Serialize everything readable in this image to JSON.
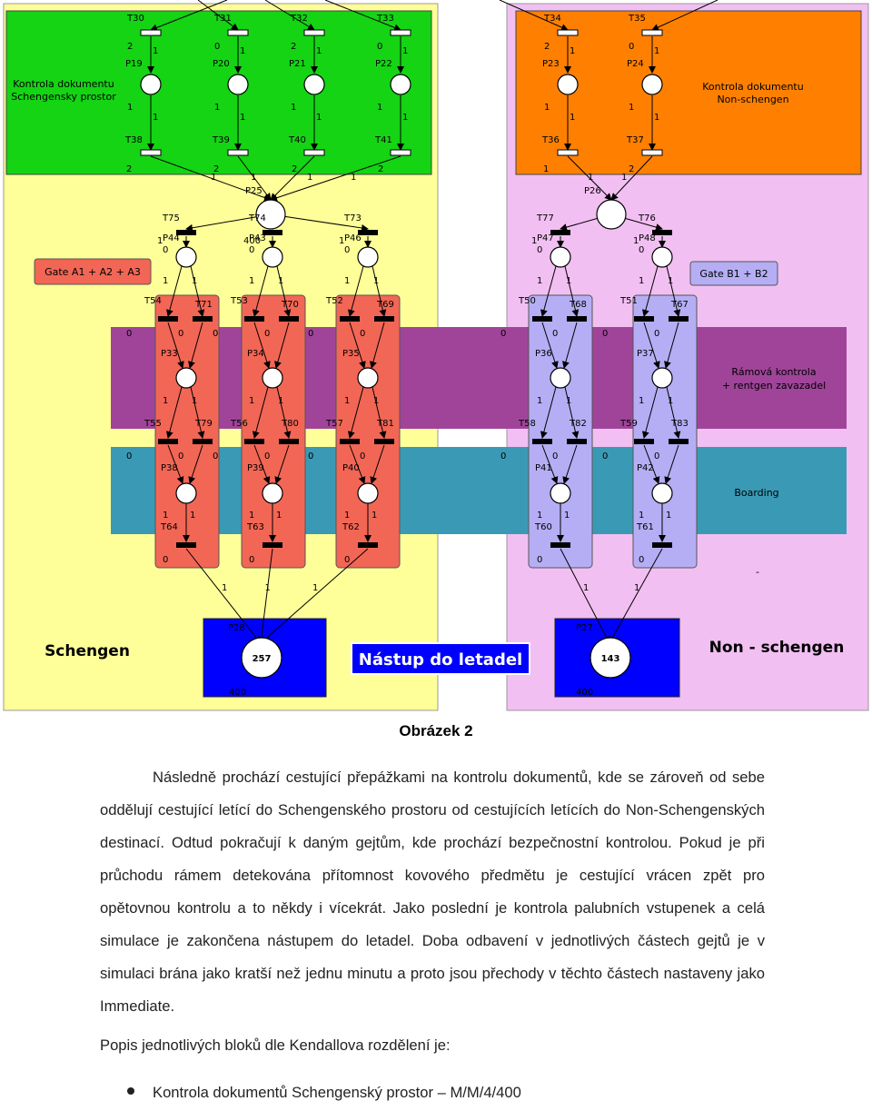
{
  "diagram": {
    "regions": {
      "schengen_label": "Schengen",
      "non_schengen_label": "Non - schengen",
      "kontrola_schengen": [
        "Kontrola dokumentu",
        "Schengensky prostor"
      ],
      "kontrola_non_schengen": [
        "Kontrola dokumentu",
        "Non-schengen"
      ],
      "gate_a": "Gate A1 + A2 + A3",
      "gate_b": "Gate B1 + B2",
      "ramova": [
        "Rámová kontrola",
        "+ rentgen zavazadel"
      ],
      "boarding": "Boarding",
      "nastup": "Nástup do letadel",
      "stray_mark": "-"
    },
    "places": {
      "P19": {
        "label": "P19",
        "value": "0"
      },
      "P20": {
        "label": "P20",
        "value": "0"
      },
      "P21": {
        "label": "P21",
        "value": "0"
      },
      "P22": {
        "label": "P22",
        "value": "0"
      },
      "P23": {
        "label": "P23",
        "value": "0"
      },
      "P24": {
        "label": "P24",
        "value": "0"
      },
      "P25": {
        "label": "P25",
        "value": "0"
      },
      "P26": {
        "label": "P26",
        "value": "0"
      },
      "P44": {
        "label": "P44",
        "value": "0"
      },
      "P43": {
        "label": "P43",
        "value": "0"
      },
      "P46": {
        "label": "P46",
        "value": "0"
      },
      "P47": {
        "label": "P47",
        "value": "0"
      },
      "P48": {
        "label": "P48",
        "value": "0"
      },
      "P33": {
        "label": "P33",
        "value": "0"
      },
      "P34": {
        "label": "P34",
        "value": "0"
      },
      "P35": {
        "label": "P35",
        "value": "0"
      },
      "P36": {
        "label": "P36",
        "value": "0"
      },
      "P37": {
        "label": "P37",
        "value": "0"
      },
      "P38": {
        "label": "P38",
        "value": "0"
      },
      "P39": {
        "label": "P39",
        "value": "0"
      },
      "P40": {
        "label": "P40",
        "value": "0"
      },
      "P41": {
        "label": "P41",
        "value": "0"
      },
      "P42": {
        "label": "P42",
        "value": "0"
      },
      "P28": {
        "label": "P28",
        "tokens": "257",
        "cap": "400"
      },
      "P27": {
        "label": "P27",
        "tokens": "143",
        "cap": "400"
      }
    },
    "transitions": {
      "T30": "T30",
      "T31": "T31",
      "T32": "T32",
      "T33": "T33",
      "T34": "T34",
      "T35": "T35",
      "T38": "T38",
      "T39": "T39",
      "T40": "T40",
      "T41": "T41",
      "T36": "T36",
      "T37": "T37",
      "T75": "T75",
      "T74": "T74",
      "T73": "T73",
      "T77": "T77",
      "T76": "T76",
      "T54": "T54",
      "T71": "T71",
      "T53": "T53",
      "T70": "T70",
      "T52": "T52",
      "T69": "T69",
      "T50": "T50",
      "T68": "T68",
      "T51": "T51",
      "T67": "T67",
      "T55": "T55",
      "T79": "T79",
      "T56": "T56",
      "T80": "T80",
      "T57": "T57",
      "T81": "T81",
      "T58": "T58",
      "T82": "T82",
      "T59": "T59",
      "T83": "T83",
      "T64": "T64",
      "T63": "T63",
      "T62": "T62",
      "T60": "T60",
      "T61": "T61"
    },
    "weights": {
      "one": "1",
      "two": "2",
      "zero": "0",
      "four_hundred": "400"
    },
    "colors": {
      "schengen_bg": "#ffff99",
      "non_schengen_bg": "#f2bff2",
      "green": "#14d414",
      "orange": "#ff8000",
      "red": "#f26655",
      "lavender": "#b5aef5",
      "purple": "#a0449a",
      "teal": "#3a9ab5",
      "blue": "#0000ff"
    }
  },
  "caption": "Obrázek 2",
  "paragraph": "Následně prochází cestující přepážkami na kontrolu dokumentů, kde se zároveň od sebe oddělují cestující letící do Schengenského prostoru od cestujících letících do Non-Schengenských destinací. Odtud pokračují k daným gejtům, kde prochází bezpečnostní kontrolou. Pokud je při průchodu rámem detekována přítomnost kovového předmětu je cestující vrácen zpět pro opětovnou kontrolu a to někdy i vícekrát. Jako poslední je kontrola palubních vstupenek a celá simulace je zakončena nástupem do letadel. Doba odbavení v jednotlivých částech gejtů je v simulaci brána jako kratší než jednu minutu a proto jsou přechody v těchto částech nastaveny jako Immediate.",
  "intro": "Popis jednotlivých bloků dle Kendallova rozdělení je:",
  "bullets": [
    "Kontrola dokumentů Schengenský prostor – M/M/4/400"
  ]
}
